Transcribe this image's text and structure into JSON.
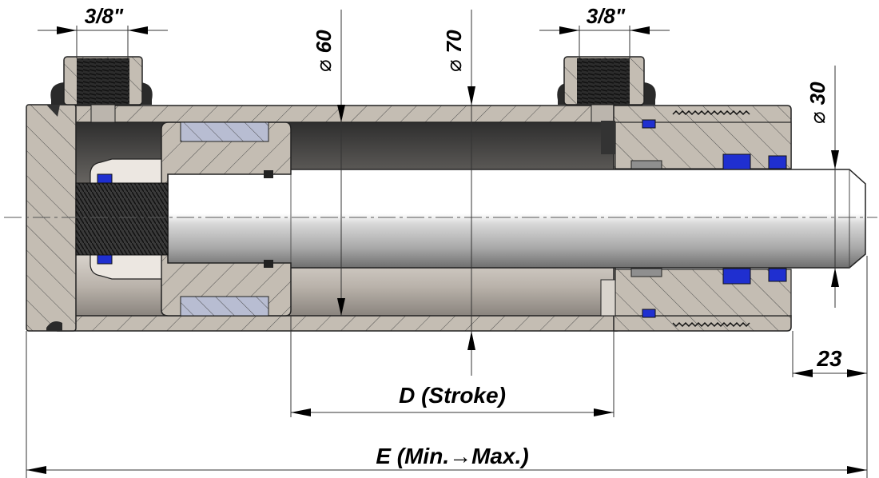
{
  "drawing": {
    "title": "Double-acting hydraulic cylinder cross-section",
    "dimensions": {
      "port_left": "3/8\"",
      "port_right": "3/8\"",
      "piston_rod_bore": "60",
      "bore": "70",
      "rod": "30",
      "rod_extension": "23",
      "stroke": "D (Stroke)",
      "length": "E (Min.→Max.)"
    },
    "diameter_symbol": "⌀",
    "colors": {
      "steel": "#c4bdb3",
      "seal_blue": "#1f2fd0",
      "guide_ring": "#b8bdd2",
      "rod_light": "#ffffff",
      "rod_dark": "#7d7d7d",
      "outline": "#222222"
    }
  }
}
